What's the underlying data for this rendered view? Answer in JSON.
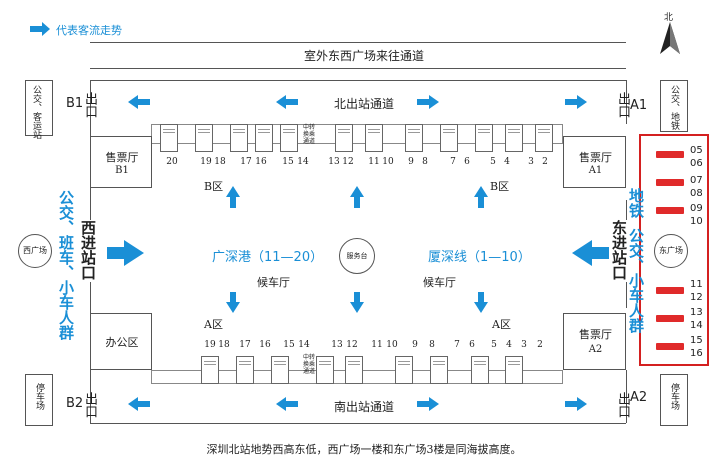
{
  "legend": {
    "label": "代表客流走势"
  },
  "north": {
    "label": "北"
  },
  "top_passage": {
    "label": "室外东西广场来往通道"
  },
  "north_exit_passage": {
    "label": "北出站通道"
  },
  "south_exit_passage": {
    "label": "南出站通道"
  },
  "exits": {
    "b1": "B1",
    "a1": "A1",
    "b2": "B2",
    "a2": "A2",
    "exit_word": "出口"
  },
  "left_boxes": {
    "bus_taxi": "公交、客运站",
    "parking": "停车场",
    "west_plaza": "西广场"
  },
  "right_boxes": {
    "bus_metro": "公交、地铁",
    "parking": "停车场",
    "east_plaza": "东广场"
  },
  "west_entrance": {
    "label": "西进站口"
  },
  "east_entrance": {
    "label": "东进站口"
  },
  "left_transport": {
    "label": "公交、班车、小车人群"
  },
  "right_transport": {
    "metro": "地铁",
    "rest": "公交、小车人群"
  },
  "ticket_halls": {
    "b1": "售票厅",
    "b1_code": "B1",
    "a1": "售票厅",
    "a1_code": "A1",
    "a2": "售票厅",
    "a2_code": "A2"
  },
  "office": {
    "label": "办公区"
  },
  "zones": {
    "b_left": "B区",
    "b_right": "B区",
    "a_left": "A区",
    "a_right": "A区"
  },
  "lines": {
    "guangshen": "广深港（11—20）",
    "xiashen": "厦深线（1—10）"
  },
  "service": {
    "label": "服务台"
  },
  "waiting": {
    "left": "候车厅",
    "right": "候车厅"
  },
  "transfer": {
    "label": "中转换乘通道"
  },
  "gates": [
    "20",
    "19",
    "18",
    "17",
    "16",
    "15",
    "14",
    "13",
    "12",
    "11",
    "10",
    "9",
    "8",
    "7",
    "6",
    "5",
    "4",
    "3",
    "2"
  ],
  "bus_stops": [
    "05",
    "06",
    "07",
    "08",
    "09",
    "10",
    "11",
    "12",
    "13",
    "14",
    "15",
    "16"
  ],
  "footnote": {
    "text": "深圳北站地势西高东低，西广场一楼和东广场3楼是同海拔高度。"
  },
  "colors": {
    "accent": "#1a8fd6",
    "bus": "#e02a2a",
    "highlight_border": "#d42020"
  }
}
